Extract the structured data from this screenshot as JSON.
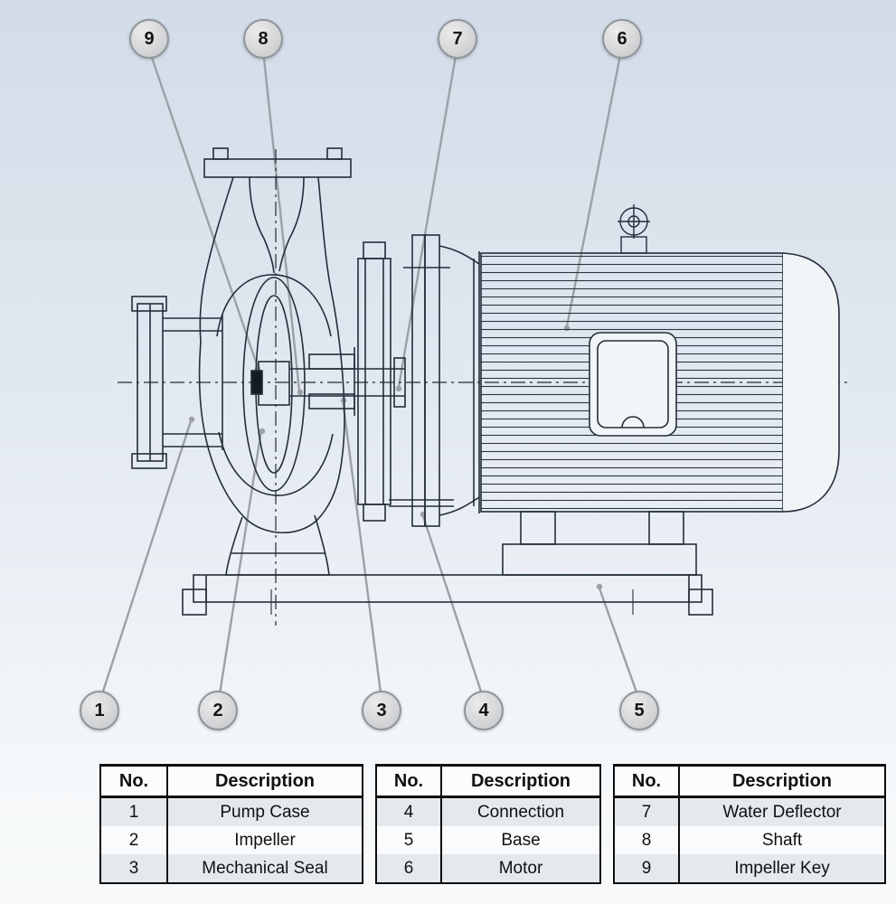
{
  "colors": {
    "line": "#232e3a",
    "leader": "#9ba1a7",
    "callout_fill": "#d6d8da",
    "callout_border": "#8f9499",
    "background_top": "#d2dce8",
    "background_bottom": "#f8fafb",
    "table_stripe": "#e4e9ee"
  },
  "callouts": [
    {
      "label": "1"
    },
    {
      "label": "2"
    },
    {
      "label": "3"
    },
    {
      "label": "4"
    },
    {
      "label": "5"
    },
    {
      "label": "6"
    },
    {
      "label": "7"
    },
    {
      "label": "8"
    },
    {
      "label": "9"
    }
  ],
  "tables": [
    {
      "headers": {
        "no": "No.",
        "desc": "Description"
      },
      "rows": [
        {
          "no": "1",
          "desc": "Pump Case"
        },
        {
          "no": "2",
          "desc": "Impeller"
        },
        {
          "no": "3",
          "desc": "Mechanical Seal"
        }
      ]
    },
    {
      "headers": {
        "no": "No.",
        "desc": "Description"
      },
      "rows": [
        {
          "no": "4",
          "desc": "Connection"
        },
        {
          "no": "5",
          "desc": "Base"
        },
        {
          "no": "6",
          "desc": "Motor"
        }
      ]
    },
    {
      "headers": {
        "no": "No.",
        "desc": "Description"
      },
      "rows": [
        {
          "no": "7",
          "desc": "Water Deflector"
        },
        {
          "no": "8",
          "desc": "Shaft"
        },
        {
          "no": "9",
          "desc": "Impeller Key"
        }
      ]
    }
  ]
}
